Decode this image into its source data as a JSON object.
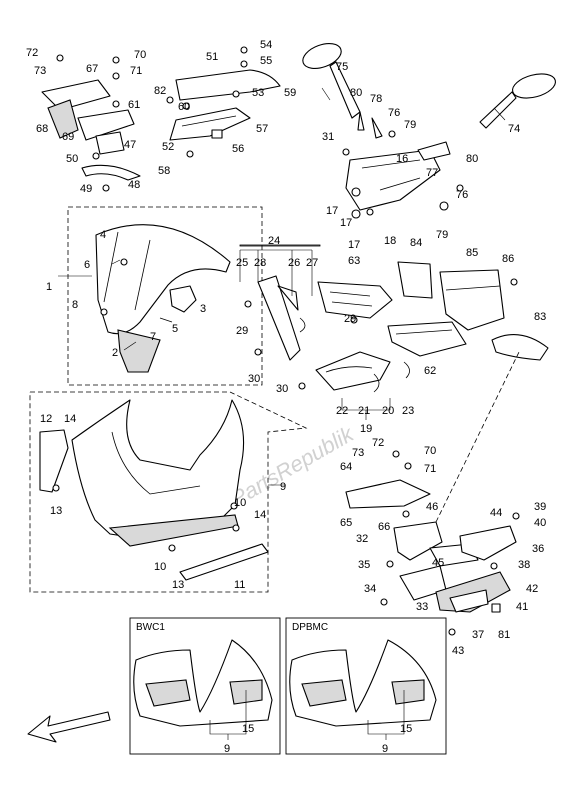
{
  "watermark": "PartsRepublik",
  "variants": {
    "left": "BWC1",
    "right": "DPBMC"
  },
  "callouts": {
    "n1": "1",
    "n2": "2",
    "n3": "3",
    "n4": "4",
    "n5": "5",
    "n6": "6",
    "n7": "7",
    "n8": "8",
    "n9": "9",
    "n10": "10",
    "n11": "11",
    "n12": "12",
    "n13": "13",
    "n14": "14",
    "n15": "15",
    "n16": "16",
    "n17": "17",
    "n18": "18",
    "n19": "19",
    "n20": "20",
    "n21": "21",
    "n22": "22",
    "n23": "23",
    "n24": "24",
    "n25": "25",
    "n26": "26",
    "n27": "27",
    "n28": "28",
    "n29": "29",
    "n30": "30",
    "n31": "31",
    "n32": "32",
    "n33": "33",
    "n34": "34",
    "n35": "35",
    "n36": "36",
    "n37": "37",
    "n38": "38",
    "n39": "39",
    "n40": "40",
    "n41": "41",
    "n42": "42",
    "n43": "43",
    "n44": "44",
    "n45": "45",
    "n46": "46",
    "n47": "47",
    "n48": "48",
    "n49": "49",
    "n50": "50",
    "n51": "51",
    "n52": "52",
    "n53": "53",
    "n54": "54",
    "n55": "55",
    "n56": "56",
    "n57": "57",
    "n58": "58",
    "n59": "59",
    "n60": "60",
    "n61": "61",
    "n62": "62",
    "n63": "63",
    "n64": "64",
    "n65": "65",
    "n66": "66",
    "n67": "67",
    "n68": "68",
    "n69": "69",
    "n70": "70",
    "n71": "71",
    "n72": "72",
    "n73": "73",
    "n74": "74",
    "n75": "75",
    "n76": "76",
    "n77": "77",
    "n78": "78",
    "n79": "79",
    "n80": "80",
    "n81": "81",
    "n82": "82",
    "n83": "83",
    "n84": "84",
    "n85": "85",
    "n86": "86"
  },
  "colors": {
    "line": "#000000",
    "shade": "#d9d9d9",
    "watermark": "#9a9a9a"
  }
}
